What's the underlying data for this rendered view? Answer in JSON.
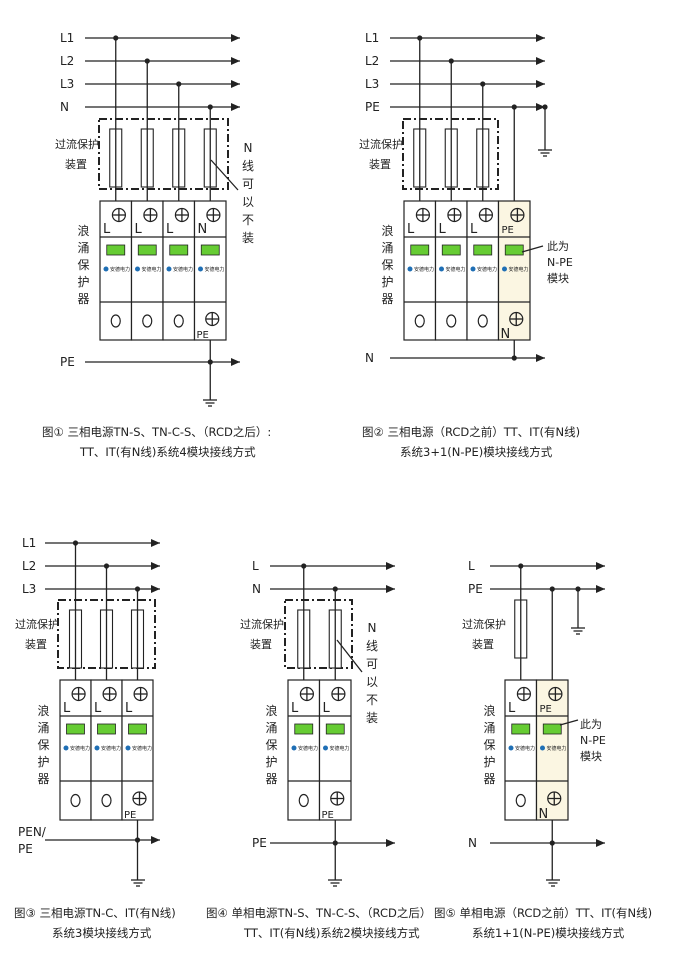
{
  "colors": {
    "line": "#222222",
    "module_fill": "#ffffff",
    "npe_fill": "#fbf6e2",
    "indicator": "#66cc33",
    "logo": "#1f6fb5"
  },
  "logo_text": "安德电力",
  "diagrams": [
    {
      "id": "fig1",
      "line_labels": [
        "L1",
        "L2",
        "L3",
        "N"
      ],
      "fuse_label": [
        "过流保护",
        "装置"
      ],
      "spd_label": "浪涌保护器",
      "top_terminals": [
        "L",
        "L",
        "L",
        "N"
      ],
      "bottom_terminals": [
        "",
        "",
        "",
        "PE"
      ],
      "bottom_line_label": "PE",
      "note": "N线可以不装",
      "caption": [
        "图①  三相电源TN-S、TN-C-S、（RCD之后）:",
        "TT、IT(有N线)系统4模块接线方式"
      ]
    },
    {
      "id": "fig2",
      "line_labels": [
        "L1",
        "L2",
        "L3",
        "PE"
      ],
      "fuse_label": [
        "过流保护",
        "装置"
      ],
      "spd_label": "浪涌保护器",
      "top_terminals": [
        "L",
        "L",
        "L",
        "PE"
      ],
      "bottom_terminals": [
        "",
        "",
        "",
        "N"
      ],
      "bottom_line_label": "N",
      "note": [
        "此为",
        "N-PE",
        "模块"
      ],
      "caption": [
        "图②  三相电源（RCD之前）TT、IT(有N线)",
        "系统3+1(N-PE)模块接线方式"
      ]
    },
    {
      "id": "fig3",
      "line_labels": [
        "L1",
        "L2",
        "L3"
      ],
      "fuse_label": [
        "过流保护",
        "装置"
      ],
      "spd_label": "浪涌保护器",
      "top_terminals": [
        "L",
        "L",
        "L"
      ],
      "bottom_terminals": [
        "",
        "",
        "PE"
      ],
      "bottom_line_label": [
        "PEN/",
        "PE"
      ],
      "caption": [
        "图③  三相电源TN-C、IT(有N线)",
        "系统3模块接线方式"
      ]
    },
    {
      "id": "fig4",
      "line_labels": [
        "L",
        "N"
      ],
      "fuse_label": [
        "过流保护",
        "装置"
      ],
      "spd_label": "浪涌保护器",
      "top_terminals": [
        "L",
        "L"
      ],
      "bottom_terminals": [
        "",
        "PE"
      ],
      "bottom_line_label": "PE",
      "note": "N线可以不装",
      "caption": [
        "图④  单相电源TN-S、TN-C-S、（RCD之后）",
        "TT、IT(有N线)系统2模块接线方式"
      ]
    },
    {
      "id": "fig5",
      "line_labels": [
        "L",
        "PE"
      ],
      "fuse_label": [
        "过流保护",
        "装置"
      ],
      "spd_label": "浪涌保护器",
      "top_terminals": [
        "L",
        "PE"
      ],
      "bottom_terminals": [
        "",
        "N"
      ],
      "bottom_line_label": "N",
      "note": [
        "此为",
        "N-PE",
        "模块"
      ],
      "caption": [
        "图⑤  单相电源（RCD之前）TT、IT(有N线)",
        "系统1+1(N-PE)模块接线方式"
      ]
    }
  ]
}
